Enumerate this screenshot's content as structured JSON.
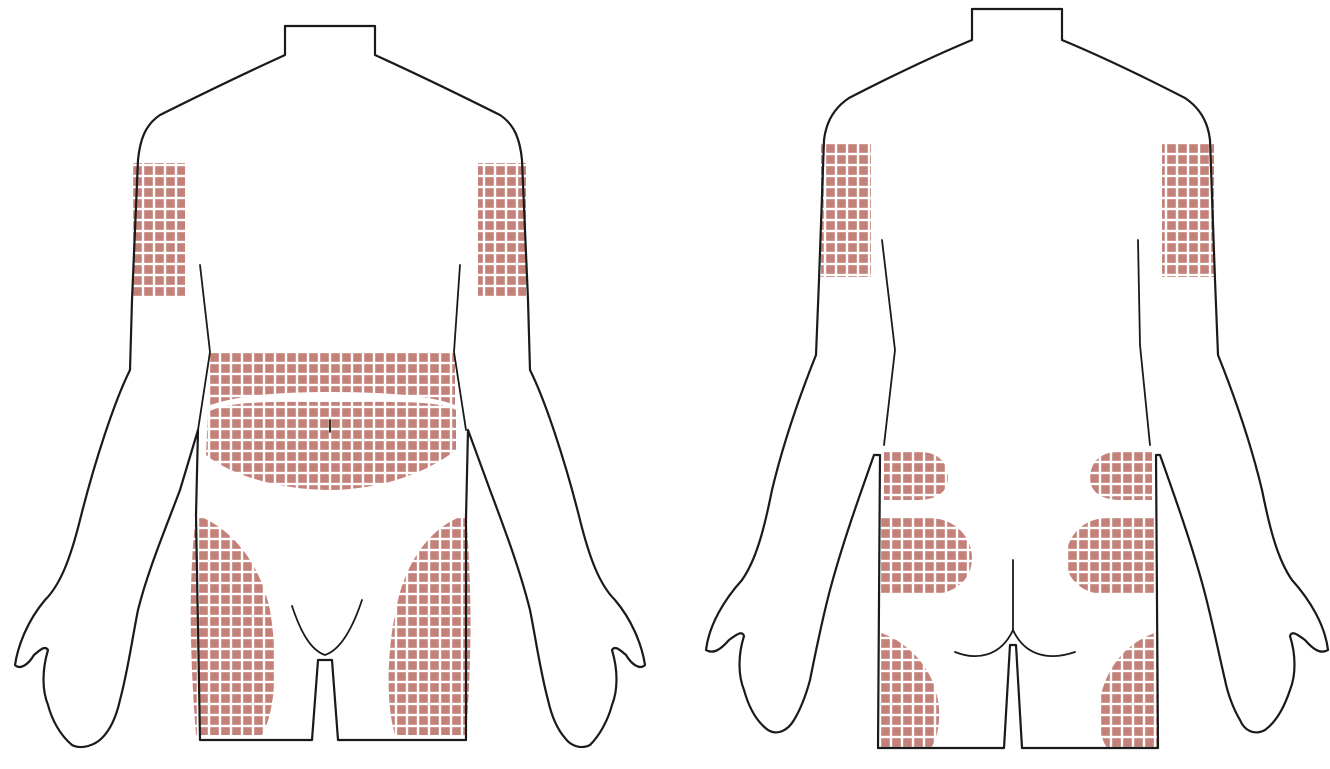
{
  "colors": {
    "zone_fill": "#c4817a",
    "grid_line": "#ffffff",
    "outline": "#1a1a1a",
    "background": "#ffffff"
  },
  "figures": [
    {
      "view": "front",
      "zones": [
        "left-upper-arm",
        "right-upper-arm",
        "upper-abdomen",
        "lower-abdomen",
        "left-thigh",
        "right-thigh"
      ]
    },
    {
      "view": "back",
      "zones": [
        "left-upper-arm",
        "right-upper-arm",
        "left-upper-buttock",
        "right-upper-buttock",
        "left-lower-buttock",
        "right-lower-buttock",
        "left-back-thigh",
        "right-back-thigh"
      ]
    }
  ]
}
